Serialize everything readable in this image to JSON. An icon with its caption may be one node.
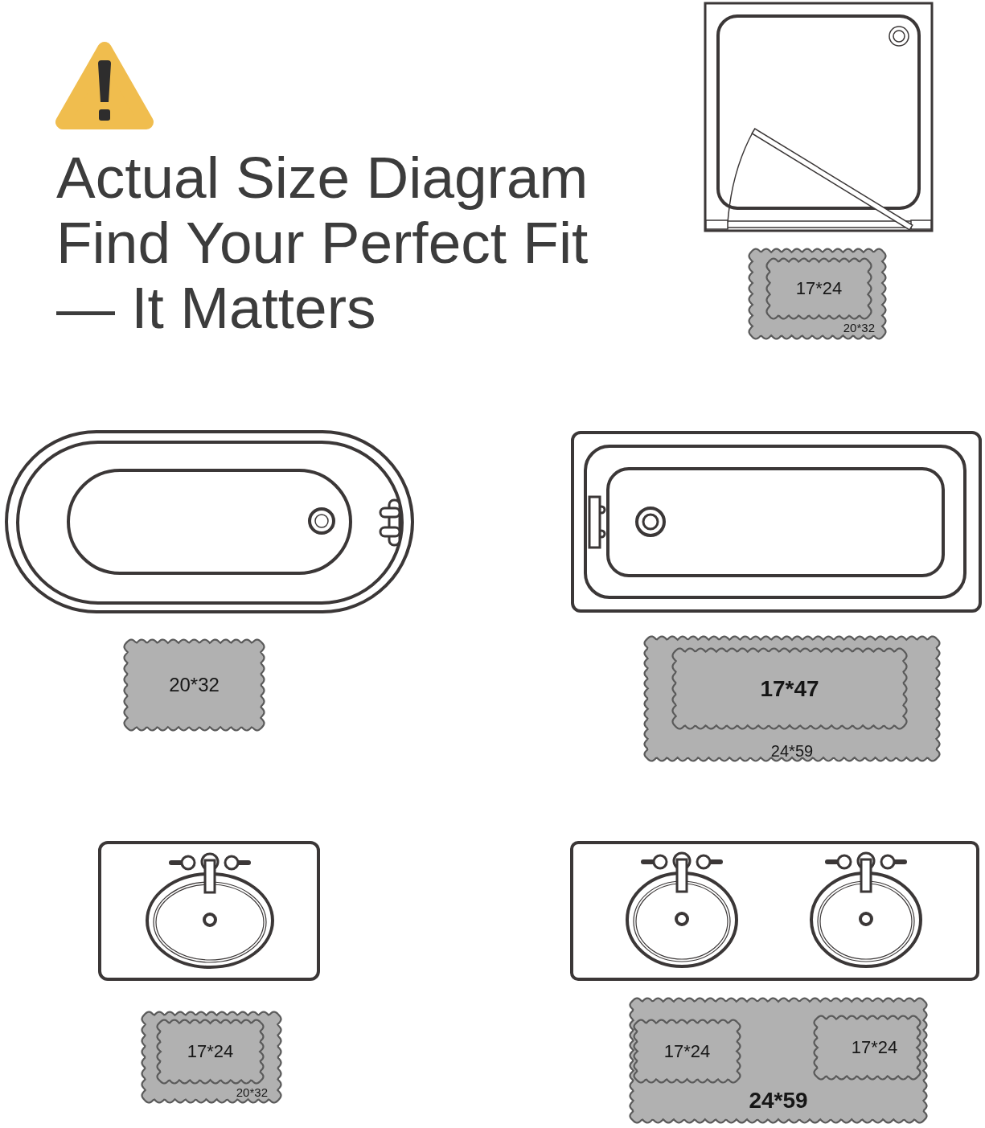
{
  "diagram": {
    "title": "Actual Size Diagram Find Your Perfect Fit — It Matters",
    "nodes": [
      {
        "text": [
          "20*32"
        ]
      },
      {
        "text": [
          "17*24"
        ],
        "in": 0
      },
      {
        "text": [
          "20*32"
        ]
      },
      {
        "text": [
          "24*59"
        ]
      },
      {
        "text": [
          "17*47"
        ],
        "in": 3
      },
      {
        "text": [
          "20*32"
        ]
      },
      {
        "text": [
          "17*24"
        ],
        "in": 5
      },
      {
        "text": [
          "24*59"
        ]
      },
      {
        "text": [
          "17*24"
        ],
        "in": 7
      },
      {
        "text": [
          "17*24"
        ],
        "in": 7
      }
    ]
  }
}
